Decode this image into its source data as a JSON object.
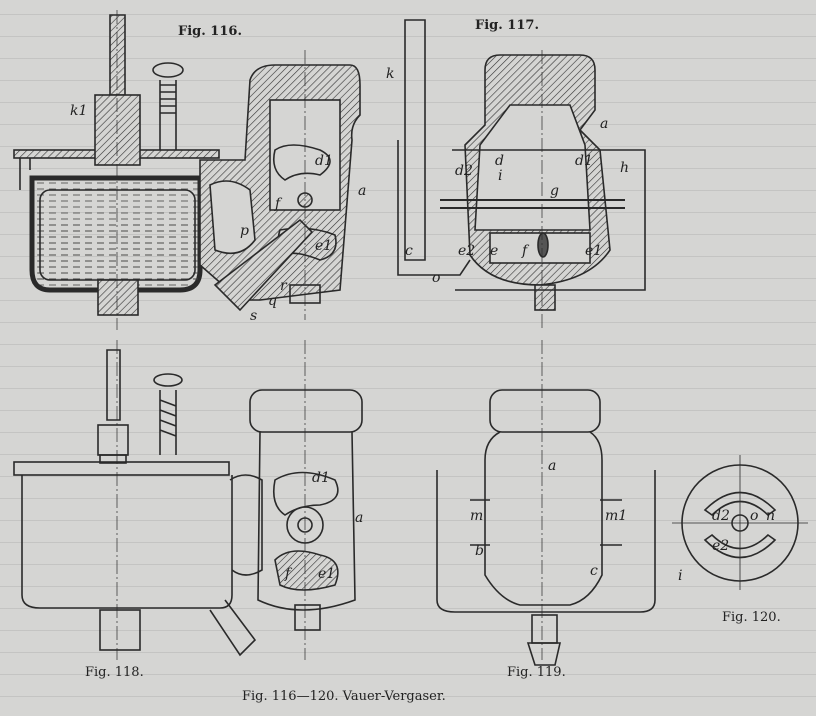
{
  "figures": [
    {
      "id": "fig116",
      "caption": "Fig. 116.",
      "labels": [
        "k1",
        "d1",
        "a",
        "f",
        "p",
        "e1",
        "q",
        "r",
        "s"
      ]
    },
    {
      "id": "fig117",
      "caption": "Fig. 117.",
      "labels": [
        "k",
        "d2",
        "d",
        "i",
        "d1",
        "h",
        "a",
        "g",
        "c",
        "e2",
        "e",
        "f",
        "e1",
        "o"
      ]
    },
    {
      "id": "fig118",
      "caption": "Fig. 118.",
      "labels": [
        "d1",
        "a",
        "f",
        "e1"
      ]
    },
    {
      "id": "fig119",
      "caption": "Fig. 119.",
      "labels": [
        "a",
        "m",
        "m1",
        "b",
        "c"
      ]
    },
    {
      "id": "fig120",
      "caption": "Fig. 120.",
      "labels": [
        "d2",
        "o",
        "n",
        "e2",
        "i"
      ]
    }
  ],
  "main_caption": "Fig. 116—120.  Vauer-Vergaser.",
  "colors": {
    "paper": "#d5d5d3",
    "ink": "#2a2a2a"
  }
}
